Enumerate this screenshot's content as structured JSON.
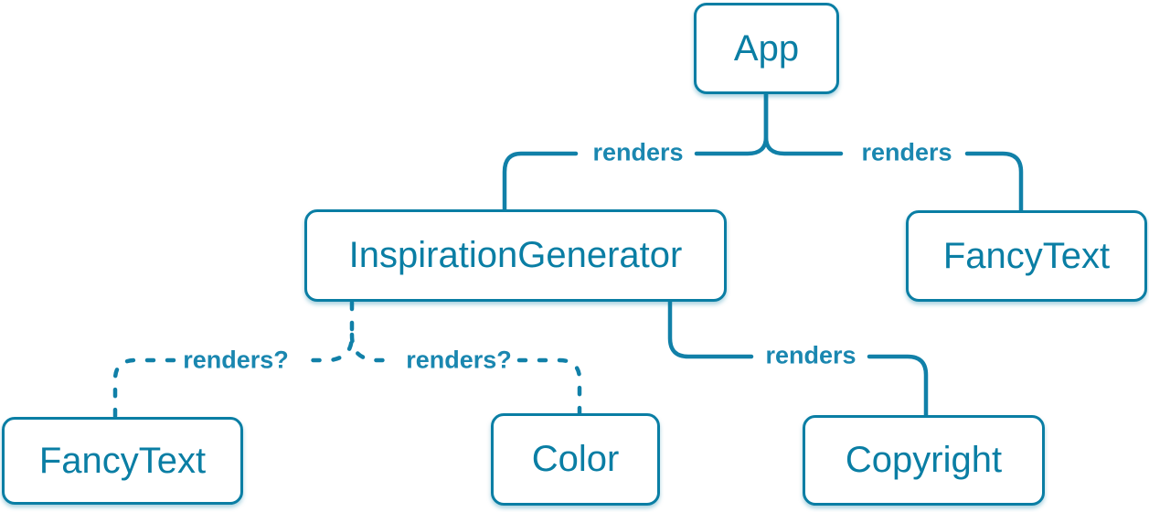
{
  "diagram": {
    "colors": {
      "accent": "#0a7ea4",
      "line": "#1180a8",
      "edge-label": "#1a87b0",
      "node-bg": "#ffffff"
    },
    "nodes": [
      {
        "id": "app",
        "label": "App"
      },
      {
        "id": "inspiration-generator",
        "label": "InspirationGenerator"
      },
      {
        "id": "fancy-text-top",
        "label": "FancyText"
      },
      {
        "id": "fancy-text-bottom",
        "label": "FancyText"
      },
      {
        "id": "color",
        "label": "Color"
      },
      {
        "id": "copyright",
        "label": "Copyright"
      }
    ],
    "edges": [
      {
        "from": "app",
        "to": "inspiration-generator",
        "label": "renders",
        "style": "solid"
      },
      {
        "from": "app",
        "to": "fancy-text-top",
        "label": "renders",
        "style": "solid"
      },
      {
        "from": "inspiration-generator",
        "to": "fancy-text-bottom",
        "label": "renders?",
        "style": "dashed"
      },
      {
        "from": "inspiration-generator",
        "to": "color",
        "label": "renders?",
        "style": "dashed"
      },
      {
        "from": "inspiration-generator",
        "to": "copyright",
        "label": "renders",
        "style": "solid"
      }
    ]
  }
}
